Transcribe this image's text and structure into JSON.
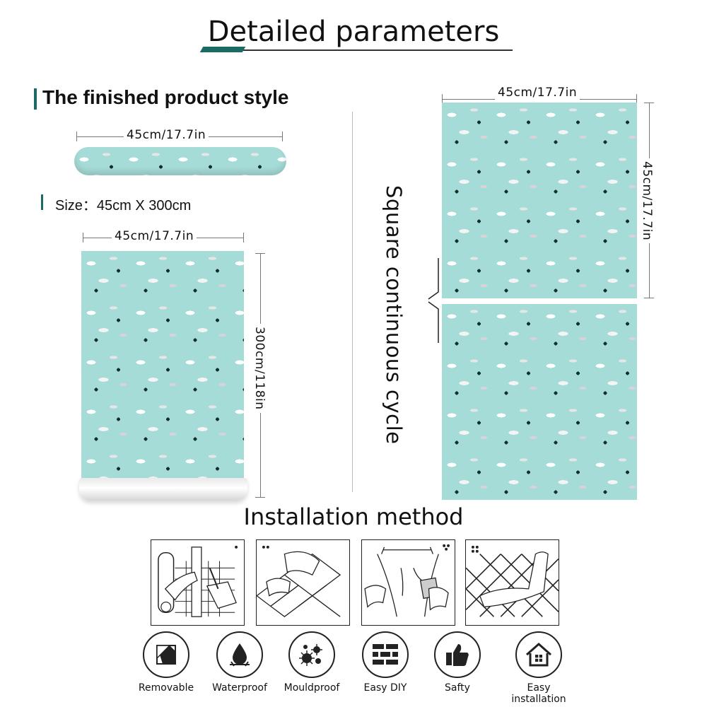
{
  "header": {
    "title": "Detailed parameters"
  },
  "product": {
    "section_title": "The finished product style",
    "roll_width_label": "45cm/17.7in",
    "size_label": "Size：45cm X 300cm",
    "panel_width_label": "45cm/17.7in",
    "panel_height_label": "300cm/118in"
  },
  "cycle": {
    "width_label": "45cm/17.7in",
    "height_label": "45cm/17.7in",
    "vertical_text": "Square continuous cycle"
  },
  "installation": {
    "title": "Installation method"
  },
  "features": [
    {
      "label": "Removable",
      "icon": "removable-icon"
    },
    {
      "label": "Waterproof",
      "icon": "water-drop-icon"
    },
    {
      "label": "Mouldproof",
      "icon": "mould-icon"
    },
    {
      "label": "Easy DIY",
      "icon": "brick-icon"
    },
    {
      "label": "Safty",
      "icon": "thumbs-up-icon"
    },
    {
      "label": "Easy installation",
      "icon": "house-icon"
    }
  ],
  "colors": {
    "pattern_bg": "#a6dcd8",
    "accent": "#1b6b64"
  }
}
